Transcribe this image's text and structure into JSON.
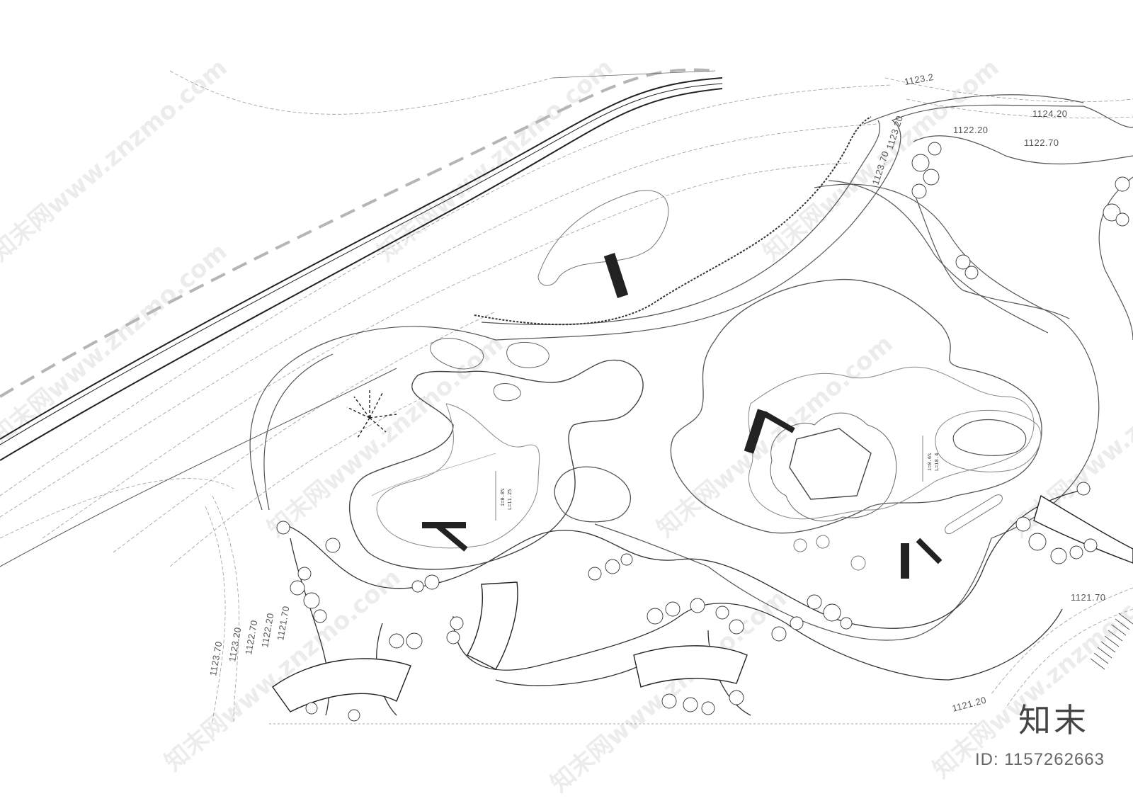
{
  "plan": {
    "elevations": [
      {
        "key": "e1",
        "text": "1124.20"
      },
      {
        "key": "e2",
        "text": "1122.20"
      },
      {
        "key": "e3",
        "text": "1122.70"
      },
      {
        "key": "e4",
        "text": "1123.70"
      },
      {
        "key": "e5",
        "text": "1123.20"
      },
      {
        "key": "e6",
        "text": "1123.2"
      },
      {
        "key": "e7",
        "text": "1121.70"
      },
      {
        "key": "e8",
        "text": "1121.20"
      },
      {
        "key": "e9",
        "text": "1123.70"
      },
      {
        "key": "e10",
        "text": "1123.20"
      },
      {
        "key": "e11",
        "text": "1122.70"
      },
      {
        "key": "e12",
        "text": "1122.20"
      },
      {
        "key": "e13",
        "text": "1121.70"
      }
    ],
    "slope_labels": {
      "left_pool_i": "i=0.8%",
      "left_pool_l": "L=11.25",
      "right_pool_i": "i=0.6%",
      "right_pool_l": "L=18.4"
    },
    "watermark_text": "知末网www.znzmo.com"
  },
  "brand": {
    "logo": "知末",
    "id_text": "ID: 1157262663"
  }
}
